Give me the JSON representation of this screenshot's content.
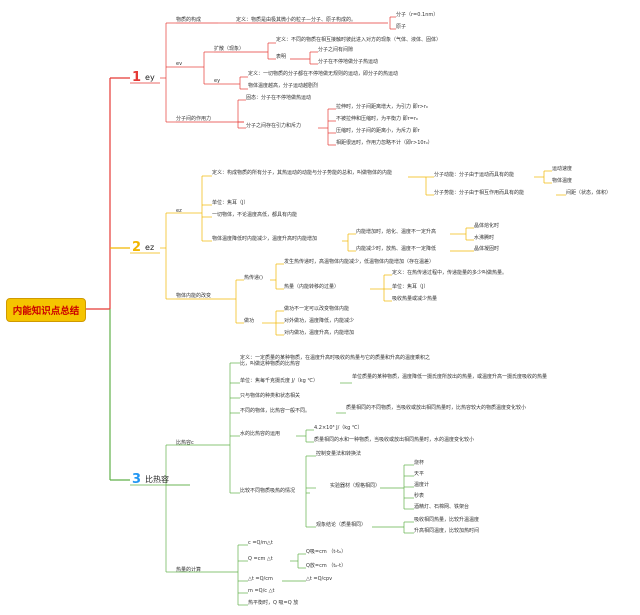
{
  "root": "内能知识点总结",
  "colors": {
    "red": "#e53935",
    "yellow": "#f2b600",
    "blue": "#2196f3",
    "green": "#62b04a",
    "root_fill": "#f5c400"
  },
  "main": [
    {
      "num": "1",
      "label": "ey"
    },
    {
      "num": "2",
      "label": "ez"
    },
    {
      "num": "3",
      "label": "比热容"
    }
  ],
  "sec1": {
    "wzgc": "物质的构成",
    "wzgc_def": "定义：物质是由极其微小的粒子—分子、原子构成的。",
    "fz": "分子（r=0.1nm）",
    "yz": "原子",
    "ev": "ev",
    "ks": "扩散（现象）",
    "ks_def": "定义：不同的物质在相互接触时彼此进入对方的现象（气体、液体、固体）",
    "bm": "表明",
    "bm1": "分子之间有间隙",
    "bm2": "分子在不停地做分子热运动",
    "ey2": "ey",
    "ey2_def": "定义：一切物质的分子都在不停地做无规则的运动，即分子的热运动",
    "ey2_temp": "物体温度越高，分子运动越剧烈",
    "fzzyl": "分子间的作用力",
    "gc": "固态：分子在不停地做热运动",
    "yl": "分子之间存在引力和斥力",
    "f1": "拉伸时，分子间距离增大，为引力 即r>r₀",
    "f2": "不被拉伸和压缩时，为平衡力 即r=r₀",
    "f3": "压缩时，分子间的距离小，为斥力 即r",
    "f4": "相距很远时，作用力忽略不计（即r>10r₀）"
  },
  "sec2": {
    "ez_def": "定义：构成物质的所有分子，其热运动的动能与分子势能的总和，叫做物体的内能",
    "ez_fzdn": "分子动能：分子由于运动而具有的能",
    "ez_ydsd": "运动速度",
    "ez_wtwd": "物体温度",
    "ez_fzsn": "分子势能：分子由于相互作用而具有的能",
    "ez_jj": "间距（状态，体积）",
    "ez_small": "ez",
    "unit": "单位：焦耳（J）",
    "all": "一切物体，不论温度高低，都具有内能",
    "dep": "物体温度降低时内能减少，温度升高时内能增加",
    "inc": "内能增加时，熔化、温度不一定升高",
    "inc1": "晶体熔化时",
    "inc2": "水沸腾时",
    "dec": "内能减少时，放热、温度不一定降低",
    "dec1": "晶体凝固时",
    "change": "物体内能的改变",
    "rcd": "热传递()",
    "rcd1": "发生热传递时，高温物体内能减少，低温物体内能增加（存在温差）",
    "rl_def": "定义：在热传递过程中，传递能量的多少叫做热量。",
    "rl": "热量（内能转移的过量）",
    "rl_unit": "单位：焦耳（J）",
    "rl_abs": "吸收热量或减少热量",
    "zg": "做功",
    "zg1": "做功不一定可以改变物体内能",
    "zg2": "对外做功，温度降低，内能减少",
    "zg3": "对内做功，温度升高，内能增加"
  },
  "sec3": {
    "brr": "比热容c",
    "def": "定义：一定质量的某种物质，在温度升高时吸收的热量与它的质量和升高的温度乘积之比，叫做这种物质的比热容",
    "unit": "单位：焦每千克摄氏度 J/（kg ℃）",
    "unit_note": "单位质量的某种物质，温度降低一摄氏度所放出的热量，或温度升高一摄氏度吸收的热量",
    "state": "只与物体的种类和状态相关",
    "diff": "不同的物体，比热容一般不同。",
    "diff_note": "质量相同的不同物质，当吸收或放出相同热量时，比热容较大的物质温度变化较小",
    "water": "水的比热容的运用",
    "water_val": "4.2×10³ J/（kg ℃）",
    "water_note": "质量相同的水和一种物质，当吸收或放出相同热量时，水的温度变化较小",
    "compare": "比较不同物质吸热的情况",
    "control": "控制变量法和转换法",
    "equip": "实验器材（规格相同）",
    "e1": "烧杯",
    "e2": "天平",
    "e3": "温度计",
    "e4": "秒表",
    "e5": "酒精灯、石棉网、铁架台",
    "concl": "观象结论（质量相同）",
    "c1": "吸收相同热量，比较升温温度",
    "c2": "升高相同温度，比较加热时间",
    "calc": "热量的计算",
    "k1": "c =Q/m△t",
    "k2": "Q =cm △t",
    "k2a": "Q吸=cm （t-t₀）",
    "k2b": "Q放=cm （t₀-t）",
    "k3": "△t =Q/cm",
    "k3a": "△t =Q/cpv",
    "k4": "m =Q/c △t",
    "k5": "热平衡时，Q 吸=Q 放"
  }
}
